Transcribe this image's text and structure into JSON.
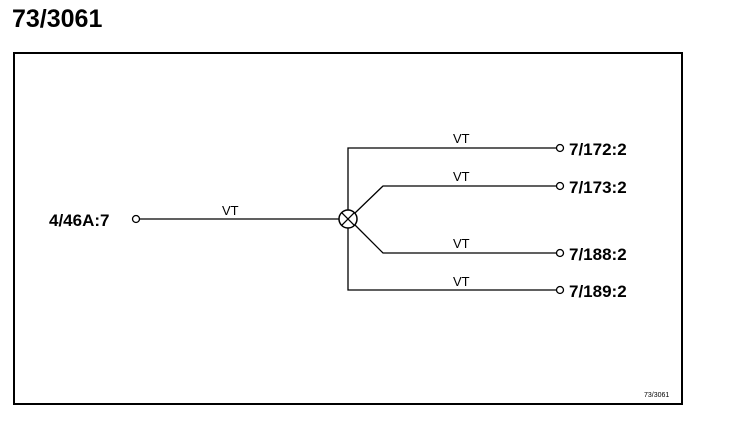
{
  "title": "73/3061",
  "reference": "73/3061",
  "splice": {
    "name": "splice-node"
  },
  "source": {
    "label": "4/46A:7",
    "wire_color": "VT"
  },
  "branches": [
    {
      "label": "7/172:2",
      "wire_color": "VT"
    },
    {
      "label": "7/173:2",
      "wire_color": "VT"
    },
    {
      "label": "7/188:2",
      "wire_color": "VT"
    },
    {
      "label": "7/189:2",
      "wire_color": "VT"
    }
  ]
}
